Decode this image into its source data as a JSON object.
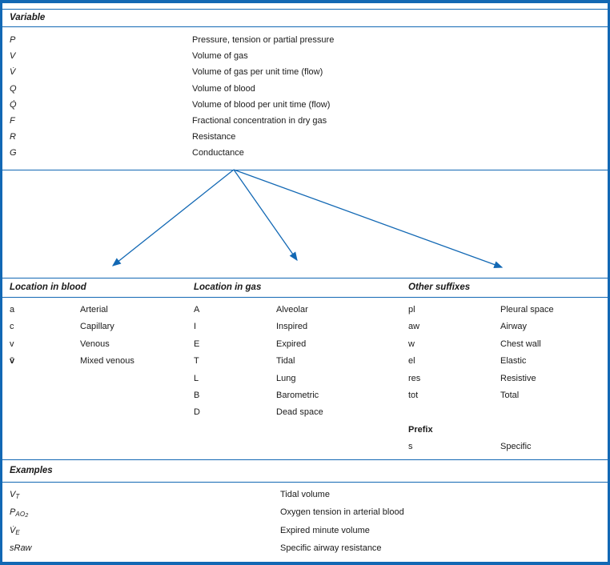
{
  "colors": {
    "accent": "#1268b4",
    "text": "#1a1a1a"
  },
  "variable_section": {
    "title": "Variable",
    "rows": [
      {
        "symbol": "P",
        "desc": "Pressure, tension or partial pressure"
      },
      {
        "symbol": "V",
        "desc": "Volume of gas"
      },
      {
        "symbol": "V̇",
        "desc": "Volume of gas per unit time (flow)"
      },
      {
        "symbol": "Q",
        "desc": "Volume of blood"
      },
      {
        "symbol": "Q̇",
        "desc": "Volume of blood per unit time (flow)"
      },
      {
        "symbol": "F",
        "desc": "Fractional concentration in dry gas"
      },
      {
        "symbol": "R",
        "desc": "Resistance"
      },
      {
        "symbol": "G",
        "desc": "Conductance"
      }
    ]
  },
  "blood_section": {
    "title": "Location in blood",
    "rows": [
      {
        "symbol": "a",
        "desc": "Arterial"
      },
      {
        "symbol": "c",
        "desc": "Capillary"
      },
      {
        "symbol": "v",
        "desc": "Venous"
      },
      {
        "symbol": "v̄",
        "desc": "Mixed venous"
      }
    ]
  },
  "gas_section": {
    "title": "Location in gas",
    "rows": [
      {
        "symbol": "A",
        "desc": "Alveolar"
      },
      {
        "symbol": "I",
        "desc": "Inspired"
      },
      {
        "symbol": "E",
        "desc": "Expired"
      },
      {
        "symbol": "T",
        "desc": "Tidal"
      },
      {
        "symbol": "L",
        "desc": "Lung"
      },
      {
        "symbol": "B",
        "desc": "Barometric"
      },
      {
        "symbol": "D",
        "desc": "Dead space"
      }
    ]
  },
  "suffix_section": {
    "title": "Other suffixes",
    "rows": [
      {
        "symbol": "pl",
        "desc": "Pleural space"
      },
      {
        "symbol": "aw",
        "desc": "Airway"
      },
      {
        "symbol": "w",
        "desc": "Chest wall"
      },
      {
        "symbol": "el",
        "desc": "Elastic"
      },
      {
        "symbol": "res",
        "desc": "Resistive"
      },
      {
        "symbol": "tot",
        "desc": "Total"
      }
    ],
    "prefix_label": "Prefix",
    "prefix_row": {
      "symbol": "s",
      "desc": "Specific"
    }
  },
  "examples_section": {
    "title": "Examples",
    "rows": [
      {
        "base": "V",
        "sub": "T",
        "sub2": "",
        "desc": "Tidal volume"
      },
      {
        "base": "P",
        "sub": "AO",
        "sub2": "2",
        "desc": "Oxygen tension in arterial blood"
      },
      {
        "base": "V̇",
        "sub": "E",
        "sub2": "",
        "desc": "Expired minute volume"
      },
      {
        "base": "sRaw",
        "sub": "",
        "sub2": "",
        "desc": "Specific airway resistance"
      }
    ]
  }
}
